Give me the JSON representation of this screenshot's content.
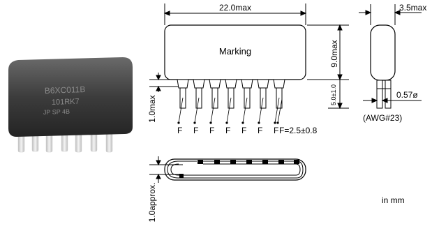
{
  "photo": {
    "marking_lines": [
      "B6XC011B",
      "101RK7",
      "JP   SP   4B"
    ]
  },
  "front_view": {
    "width_dim": "22.0max",
    "height_dim": "9.0max",
    "body_label": "Marking",
    "lead_length_dim": "5.0±1.0",
    "lead_offset_dim": "1.0max",
    "pitch_letters": [
      "F",
      "F",
      "F",
      "F",
      "F",
      "F",
      "F",
      "F=2.5±0.8"
    ]
  },
  "side_view": {
    "thickness_dim": "3.5max",
    "lead_dia_dim": "0.57ø",
    "wire_gauge": "(AWG#23)"
  },
  "bottom_view": {
    "dim": "1.0approx."
  },
  "units_note": "in mm",
  "colors": {
    "line": "#000000",
    "body_fill": "#ffffff",
    "photo_body": "#3a3a3a",
    "photo_lead": "#e6e6e6"
  }
}
